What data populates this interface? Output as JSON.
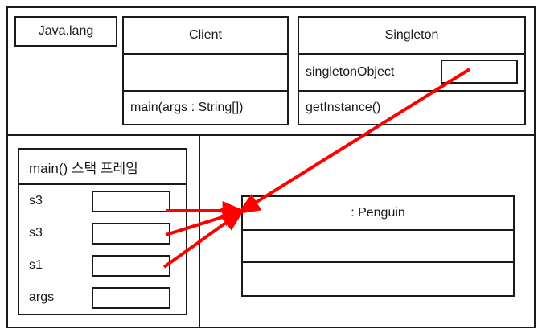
{
  "diagram": {
    "title": "Singleton pattern memory/stack diagram",
    "accent_color": "#ff0000",
    "line_color": "#1a1a1a",
    "background_color": "#ffffff"
  },
  "package": {
    "label": "Java.lang"
  },
  "client_class": {
    "name": "Client",
    "attributes": "",
    "operations": "main(args : String[])"
  },
  "singleton_class": {
    "name": "Singleton",
    "attribute": "singletonObject",
    "attribute_value": "",
    "operation": "getInstance()"
  },
  "stack_frame": {
    "title": "main() 스택 프레임",
    "variables": [
      {
        "name": "s3",
        "value": ""
      },
      {
        "name": "s3",
        "value": ""
      },
      {
        "name": "s1",
        "value": ""
      },
      {
        "name": "args",
        "value": ""
      }
    ]
  },
  "heap_object": {
    "name": ": Penguin",
    "row_2": "",
    "row_3": ""
  },
  "references": [
    {
      "from": "stack-s3-first",
      "to": "penguin-object"
    },
    {
      "from": "stack-s3-second",
      "to": "penguin-object"
    },
    {
      "from": "stack-s1",
      "to": "penguin-object"
    },
    {
      "from": "singleton-object-field",
      "to": "penguin-object"
    }
  ]
}
